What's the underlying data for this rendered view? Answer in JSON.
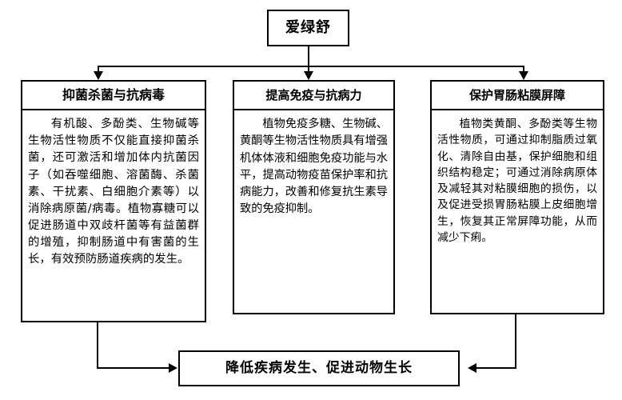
{
  "diagram": {
    "root": {
      "label": "爱绿舒"
    },
    "branches": [
      {
        "heading": "抑菌杀菌与抗病毒",
        "body": "有机酸、多酚类、生物碱等生物活性物质不仅能直接抑菌杀菌，还可激活和增加体内抗菌因子（如吞噬细胞、溶菌酶、杀菌素、干扰素、白细胞介素等）以消除病原菌/病毒。植物寡糖可以促进肠道中双歧杆菌等有益菌群的增殖，抑制肠道中有害菌的生长，有效预防肠道疾病的发生。"
      },
      {
        "heading": "提高免疫与抗病力",
        "body": "植物免疫多糖、生物碱、黄酮等生物活性物质具有增强机体体液和细胞免疫功能与水平，提高动物疫苗保护率和抗病能力，改善和修复抗生素导致的免疫抑制。"
      },
      {
        "heading": "保护胃肠粘膜屏障",
        "body": "植物类黄酮、多酚类等生物活性物质，可通过抑制脂质过氧化、清除自由基，保护细胞和组织结构稳定；可通过消除病原体及减轻其对粘膜细胞的损伤，以及促进受损胃肠粘膜上皮细胞增生，恢复其正常屏障功能，从而减少下痢。"
      }
    ],
    "outcome": {
      "label": "降低疾病发生、促进动物生长"
    },
    "colors": {
      "stroke": "#000000",
      "background": "#ffffff",
      "text": "#000000"
    }
  }
}
